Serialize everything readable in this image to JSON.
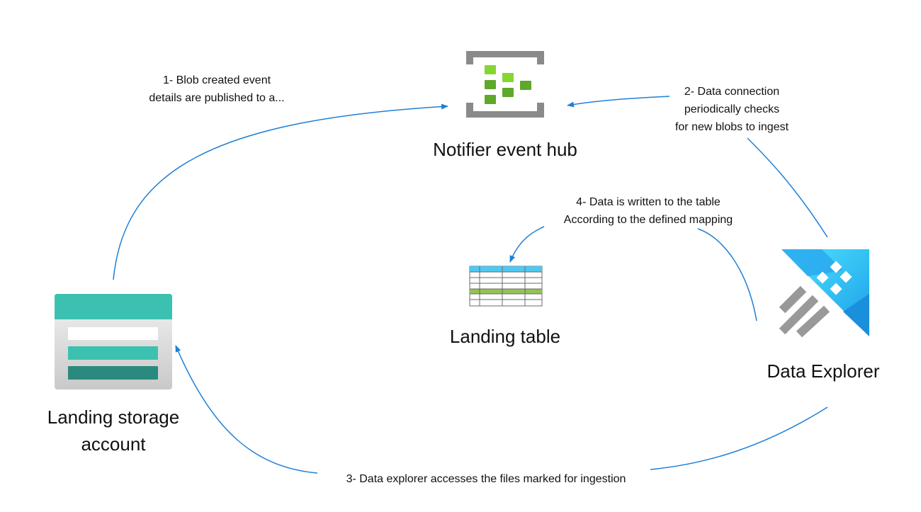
{
  "nodes": {
    "event_hub": {
      "label": "Notifier event hub"
    },
    "landing_table": {
      "label": "Landing table"
    },
    "data_explorer": {
      "label": "Data Explorer"
    },
    "storage": {
      "label_line1": "Landing storage",
      "label_line2": "account"
    }
  },
  "edges": {
    "step1": {
      "line1": "1- Blob created event",
      "line2": "details are published to a..."
    },
    "step2": {
      "line1": "2- Data connection",
      "line2": "periodically checks",
      "line3": "for new blobs to ingest"
    },
    "step3": {
      "line1": "3- Data explorer accesses the files marked for ingestion"
    },
    "step4": {
      "line1": "4- Data is written to the table",
      "line2": "According to the defined mapping"
    }
  },
  "colors": {
    "arrow": "#1f7fd6",
    "event_hub_frame": "#8a8a8a",
    "event_hub_green_light": "#86d633",
    "event_hub_green_dark": "#5ea82a",
    "storage_teal": "#3cc1b0",
    "storage_dark_teal": "#2b8a7f",
    "table_header": "#50c8f0",
    "table_highlight": "#92c353",
    "explorer_blue": "#2aa9ee",
    "explorer_cyan": "#50e6ff",
    "explorer_gray": "#999999"
  }
}
